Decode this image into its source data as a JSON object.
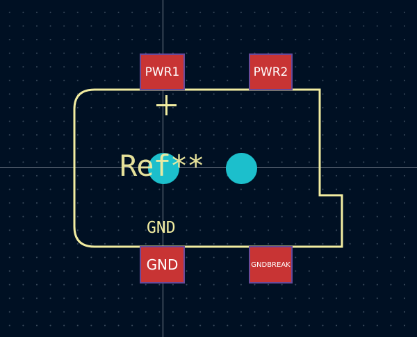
{
  "footprint": {
    "reference": "Ref**",
    "value_label": "GND",
    "pads": [
      {
        "label": "PWR1"
      },
      {
        "label": "PWR2"
      },
      {
        "label": "GND"
      },
      {
        "label": "GNDBREAK"
      }
    ],
    "polarity_mark": "+"
  },
  "colors": {
    "background": "#001023",
    "grid_dot": "#3a4a5c",
    "silkscreen": "#f2eda1",
    "pad_fill": "#c83434",
    "pad_outline": "#6a4a9a",
    "through_hole": "#1cbfcc",
    "crosshair": "#8f98a3"
  }
}
